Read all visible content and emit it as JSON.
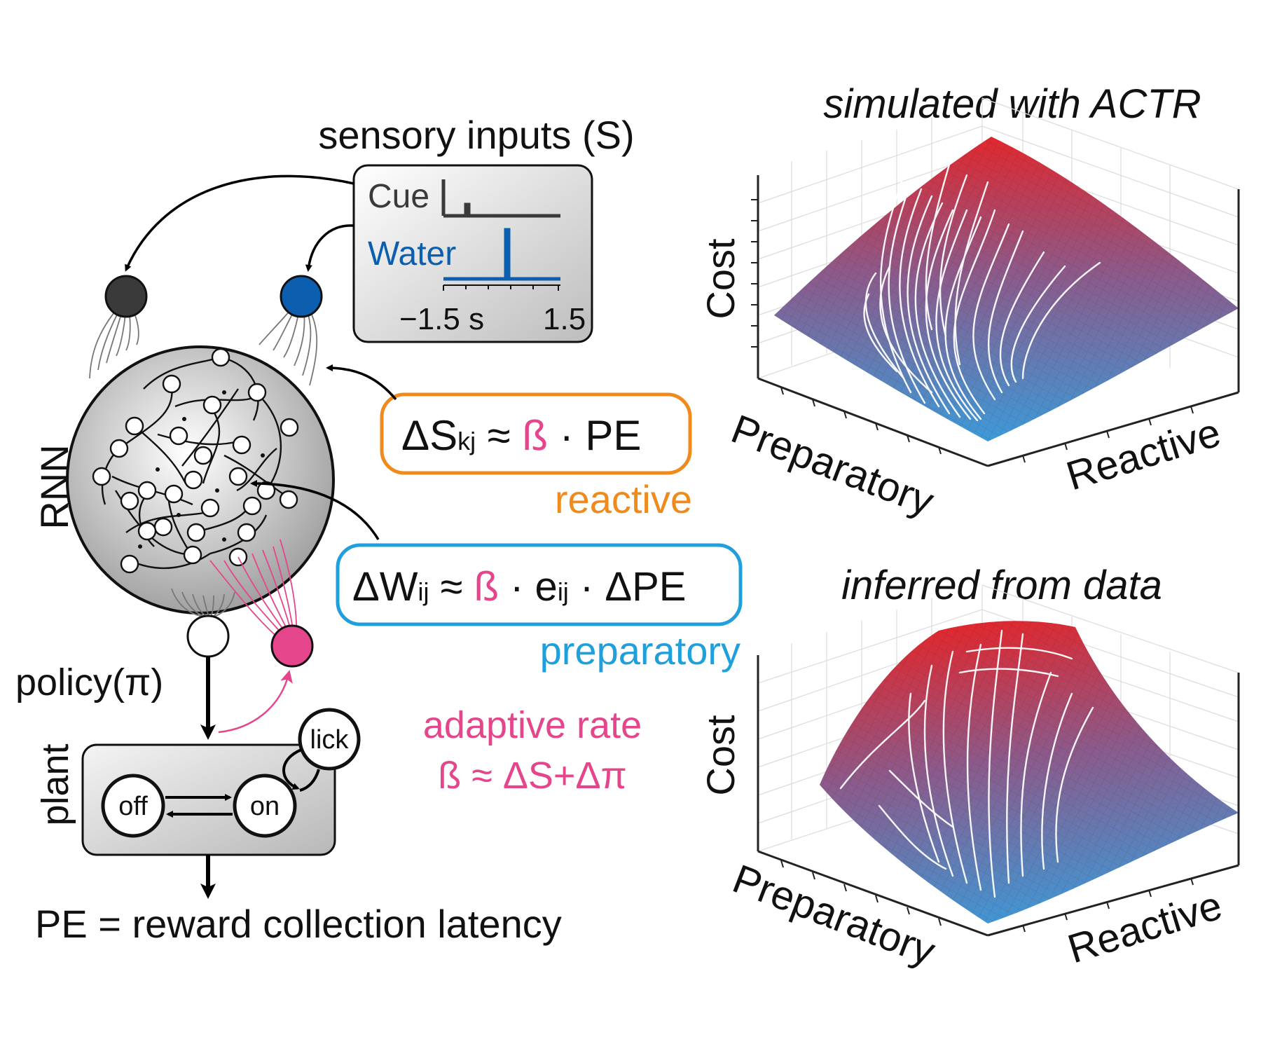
{
  "sensory": {
    "title": "sensory inputs (S)",
    "cue_label": "Cue",
    "water_label": "Water",
    "axis_start": "−1.5 s",
    "axis_end": "1.5"
  },
  "network": {
    "rnn_label": "RNN",
    "policy_label": "policy(π)",
    "plant_label": "plant",
    "lick_label": "lick",
    "off_label": "off",
    "on_label": "on",
    "pe_label": "PE = reward collection latency"
  },
  "reactive": {
    "eq_prefix": "ΔS",
    "eq_sub": "kj",
    "eq_approx": " ≈ ",
    "eq_beta": "ß",
    "eq_suffix": " · PE",
    "caption": "reactive",
    "color": "#f08a1c"
  },
  "preparatory": {
    "eq_prefix": "ΔW",
    "eq_sub": "ij",
    "eq_approx": " ≈ ",
    "eq_beta": "ß",
    "eq_mid": " · e",
    "eq_sub2": "ij",
    "eq_suffix": " · ΔPE",
    "caption": "preparatory",
    "color": "#1fa0dc"
  },
  "adaptive": {
    "line1": "adaptive rate",
    "line2": "ß ≈ ΔS+Δπ",
    "color": "#e5458b"
  },
  "plot_top": {
    "title": "simulated with ACTR",
    "zlabel": "Cost",
    "xlabel": "Preparatory",
    "ylabel": "Reactive"
  },
  "plot_bottom": {
    "title": "inferred from data",
    "zlabel": "Cost",
    "xlabel": "Preparatory",
    "ylabel": "Reactive"
  },
  "colors": {
    "cue": "#3a3a3a",
    "water": "#0b5fae",
    "pink": "#e5458b",
    "surface_high": "#e0282e",
    "surface_low": "#3d9ad8"
  }
}
